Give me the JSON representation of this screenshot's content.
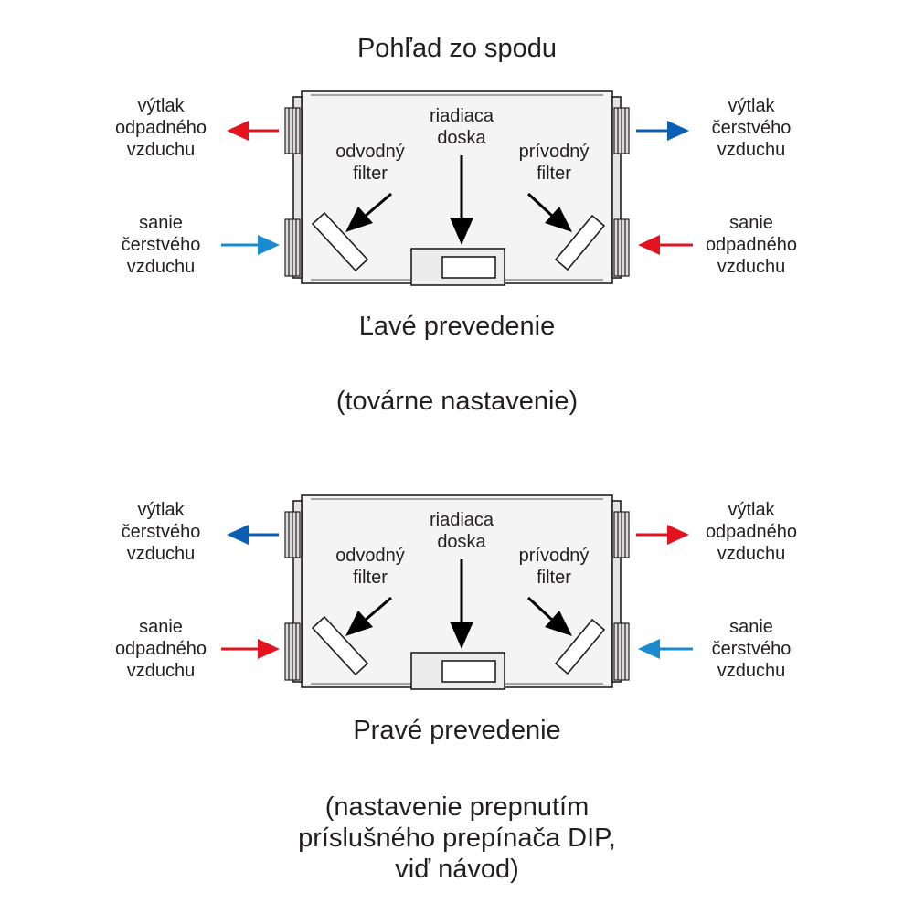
{
  "page_title": "Pohľad zo spodu",
  "colors": {
    "warm_arrow": "#e3141f",
    "cool_arrow": "#0a5fb4",
    "fresh_arrow": "#1a8bcf",
    "outline": "#231f20",
    "unit_fill": "#f4f4f4"
  },
  "diagrams": [
    {
      "labels": {
        "control_board": "riadiaca\ndoska",
        "left_filter": "odvodný\nfilter",
        "right_filter": "prívodný\nfilter",
        "top_left_port": "výtlak\nodpadného\nvzduchu",
        "bottom_left_port": "sanie\nčerstvého\nvzduchu",
        "top_right_port": "výtlak\nčerstvého\nvzduchu",
        "bottom_right_port": "sanie\nodpadného\nvzduchu"
      },
      "caption": "Ľavé prevedenie",
      "note": "(továrne nastavenie)"
    },
    {
      "labels": {
        "control_board": "riadiaca\ndoska",
        "left_filter": "odvodný\nfilter",
        "right_filter": "prívodný\nfilter",
        "top_left_port": "výtlak\nčerstvého\nvzduchu",
        "bottom_left_port": "sanie\nodpadného\nvzduchu",
        "top_right_port": "výtlak\nodpadného\nvzduchu",
        "bottom_right_port": "sanie\nčerstvého\nvzduchu"
      },
      "caption": "Pravé prevedenie",
      "note": "(nastavenie prepnutím\npríslušného prepínača DIP,\nviď návod)"
    }
  ]
}
